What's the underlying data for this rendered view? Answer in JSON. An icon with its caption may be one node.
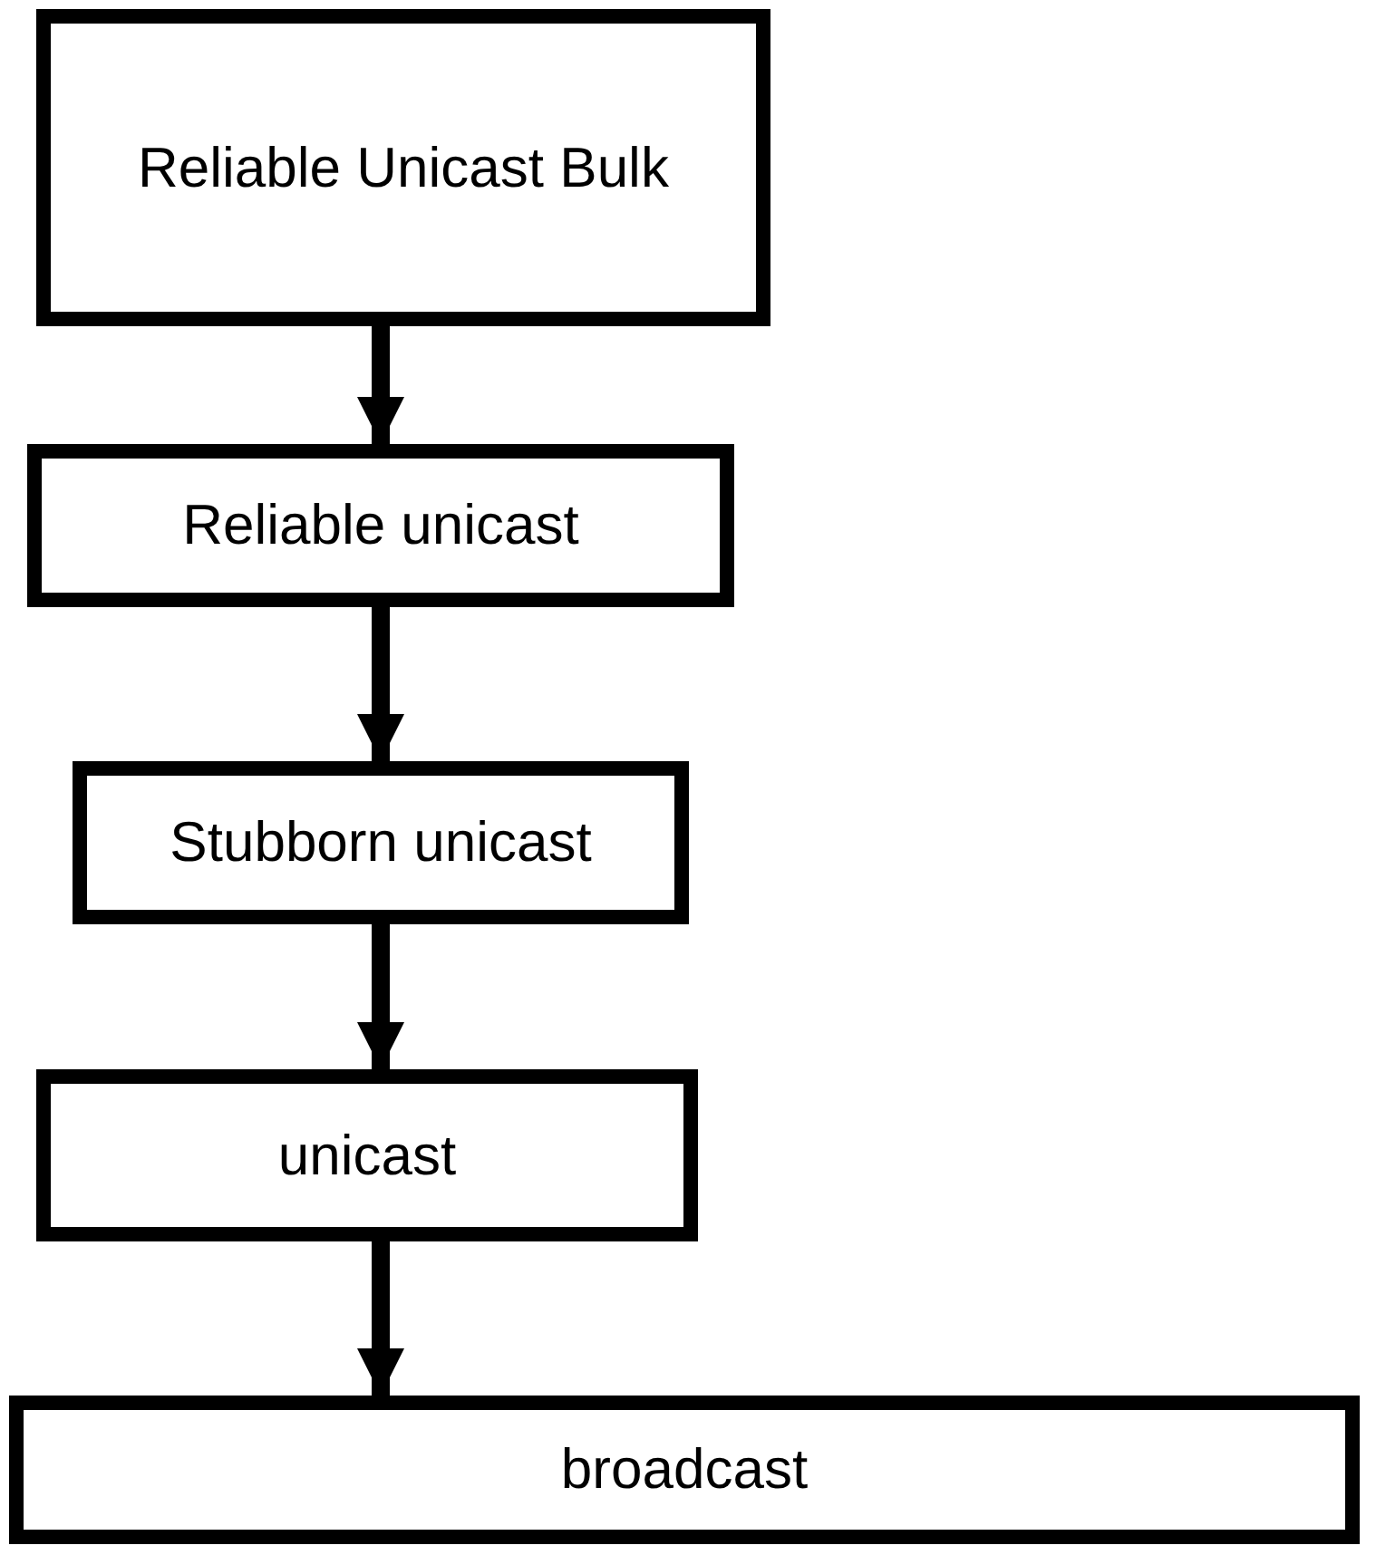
{
  "diagram": {
    "nodes": [
      {
        "text": [
          "Reliable Unicast Bulk"
        ]
      },
      {
        "text": [
          "Reliable unicast"
        ]
      },
      {
        "text": [
          "Stubborn unicast"
        ]
      },
      {
        "text": [
          "unicast"
        ]
      },
      {
        "text": [
          "broadcast"
        ]
      }
    ],
    "edges": [
      {
        "from": 0,
        "to": 1,
        "arrow": "to"
      },
      {
        "from": 1,
        "to": 2,
        "arrow": "to"
      },
      {
        "from": 2,
        "to": 3,
        "arrow": "to"
      },
      {
        "from": 3,
        "to": 4,
        "arrow": "to"
      }
    ]
  }
}
